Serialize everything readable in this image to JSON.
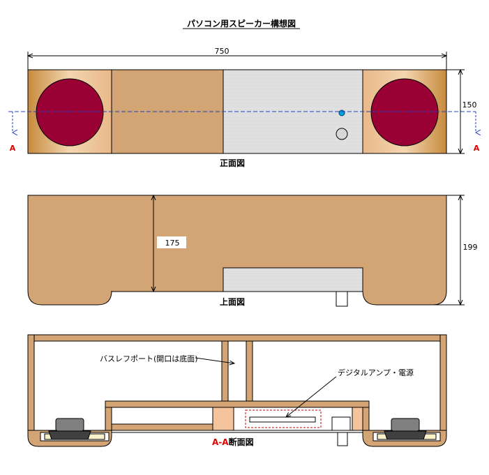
{
  "title": "パソコン用スピーカー構想図",
  "front_view": {
    "caption": "正面図",
    "width_dim": "750",
    "height_dim": "150",
    "section_mark": "A"
  },
  "top_view": {
    "caption": "上面図",
    "inner_dim": "175",
    "height_dim": "199"
  },
  "section_view": {
    "caption_a": "A-A",
    "caption_rest": "断面図",
    "bass_port_label": "バスレフポート(開口は底面)",
    "amp_label": "デジタルアンプ・電源"
  },
  "colors": {
    "wood": "#d4a574",
    "speaker_cone": "#990033",
    "panel": "#e6e6e6",
    "section_red": "#e00000",
    "led": "#00a0e0"
  }
}
